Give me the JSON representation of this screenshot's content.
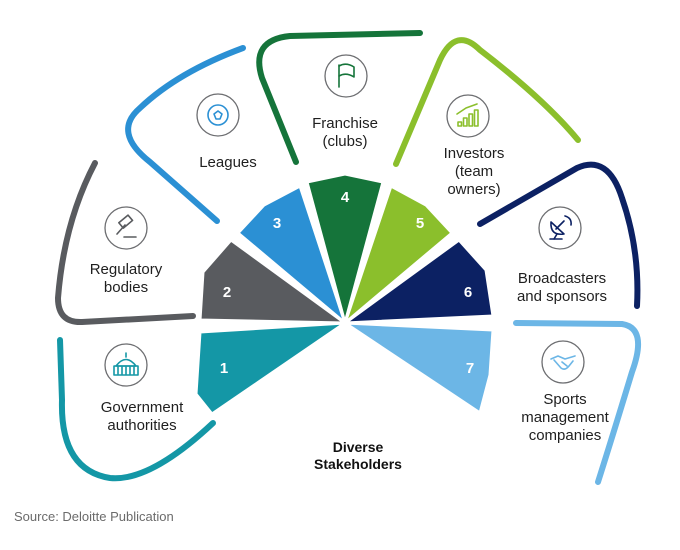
{
  "center_label": [
    "Diverse",
    "Stakeholders"
  ],
  "source": "Source: Deloitte Publication",
  "stakeholders": [
    {
      "number": "1",
      "label": [
        "Government",
        "authorities"
      ],
      "color": "#1497a6",
      "icon": "government-building-icon"
    },
    {
      "number": "2",
      "label": [
        "Regulatory",
        "bodies"
      ],
      "color": "#595b5f",
      "icon": "gavel-icon"
    },
    {
      "number": "3",
      "label": [
        "Leagues"
      ],
      "color": "#2b90d4",
      "icon": "football-icon"
    },
    {
      "number": "4",
      "label": [
        "Franchise",
        "(clubs)"
      ],
      "color": "#15743a",
      "icon": "flag-icon"
    },
    {
      "number": "5",
      "label": [
        "Investors",
        "(team",
        "owners)"
      ],
      "color": "#8bbf2c",
      "icon": "growth-chart-icon"
    },
    {
      "number": "6",
      "label": [
        "Broadcasters",
        "and sponsors"
      ],
      "color": "#0c2163",
      "icon": "satellite-dish-icon"
    },
    {
      "number": "7",
      "label": [
        "Sports",
        "management",
        "companies"
      ],
      "color": "#6cb6e6",
      "icon": "handshake-icon"
    }
  ]
}
